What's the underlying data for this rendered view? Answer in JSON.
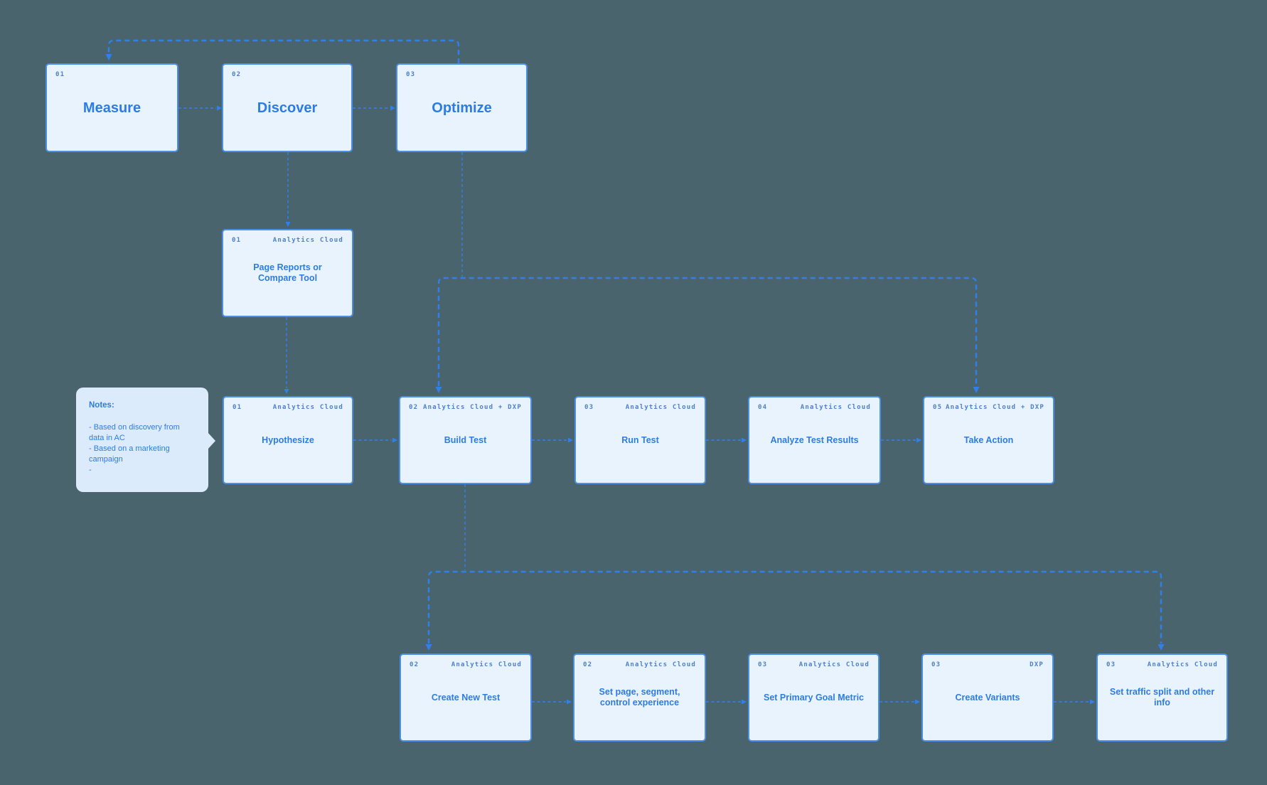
{
  "canvas": {
    "colors": {
      "background": "#4a646e",
      "node_fill": "#e8f3fe",
      "node_border": "#4a8fe8",
      "label_text": "#2e7ce0",
      "corner_tag_text": "#4d80cb",
      "connector": "#2f80ed",
      "note_fill": "#dcebfb"
    }
  },
  "stages": [
    {
      "num": "01",
      "label": "Measure"
    },
    {
      "num": "02",
      "label": "Discover"
    },
    {
      "num": "03",
      "label": "Optimize"
    }
  ],
  "detail_node": {
    "num": "01",
    "tag": "Analytics Cloud",
    "label": "Page Reports or Compare Tool"
  },
  "process_row": [
    {
      "num": "01",
      "tag": "Analytics Cloud",
      "label": "Hypothesize"
    },
    {
      "num": "02",
      "tag": "Analytics Cloud + DXP",
      "label": "Build Test"
    },
    {
      "num": "03",
      "tag": "Analytics Cloud",
      "label": "Run Test"
    },
    {
      "num": "04",
      "tag": "Analytics Cloud",
      "label": "Analyze Test Results"
    },
    {
      "num": "05",
      "tag": "Analytics Cloud + DXP",
      "label": "Take Action"
    }
  ],
  "subprocess_row": [
    {
      "num": "02",
      "tag": "Analytics Cloud",
      "label": "Create New Test"
    },
    {
      "num": "02",
      "tag": "Analytics Cloud",
      "label": "Set page, segment, control experience"
    },
    {
      "num": "03",
      "tag": "Analytics Cloud",
      "label": "Set Primary Goal Metric"
    },
    {
      "num": "03",
      "tag": "DXP",
      "label": "Create Variants"
    },
    {
      "num": "03",
      "tag": "Analytics Cloud",
      "label": "Set traffic split and other info"
    }
  ],
  "notes": {
    "title": "Notes:",
    "lines": [
      "- Based on discovery from data in AC",
      "- Based on a marketing campaign",
      "-"
    ]
  }
}
